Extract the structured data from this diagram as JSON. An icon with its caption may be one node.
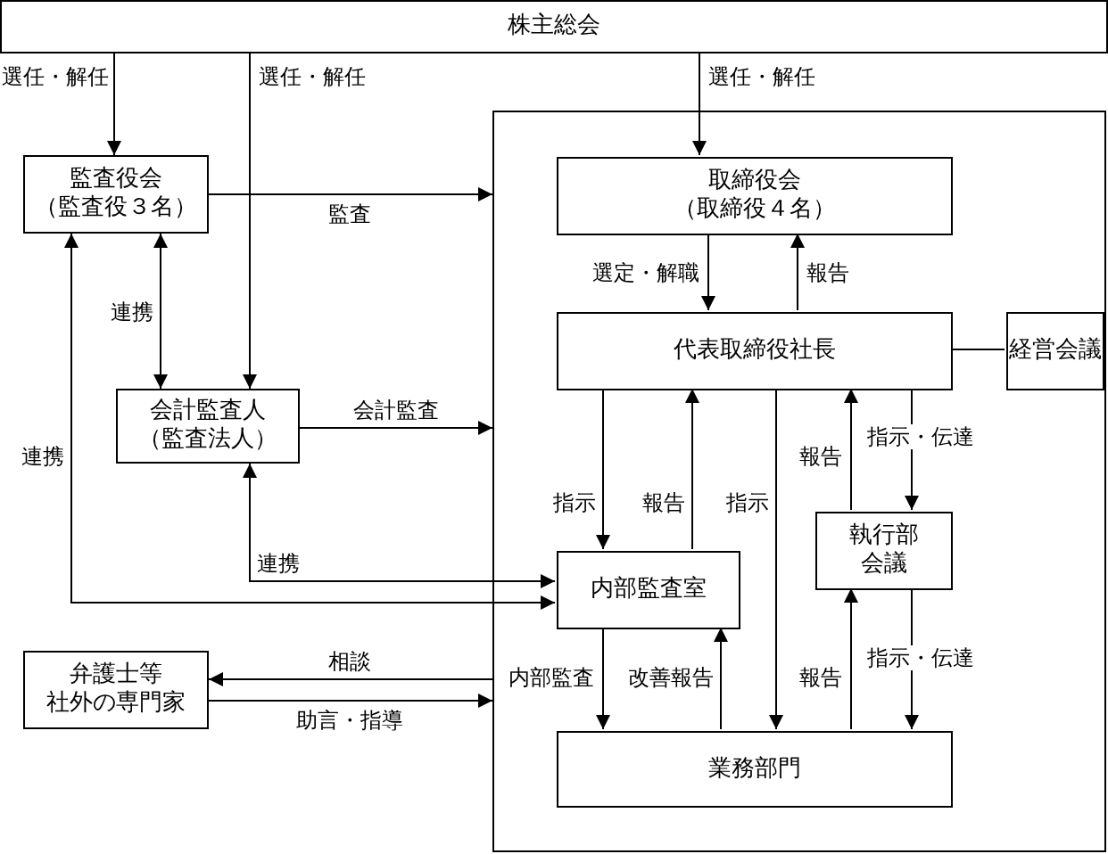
{
  "diagram": {
    "nodes": [
      {
        "text": [
          "株主総会"
        ]
      },
      {
        "text": [],
        "shape": "box"
      },
      {
        "text": [
          "監査役会",
          "（監査役３名）"
        ]
      },
      {
        "text": [
          "取締役会",
          "（取締役４名）"
        ],
        "in": 1
      },
      {
        "text": [
          "代表取締役社長"
        ],
        "in": 1
      },
      {
        "text": [
          "経営会議"
        ],
        "in": 1
      },
      {
        "text": [
          "会計監査人",
          "（監査法人）"
        ]
      },
      {
        "text": [
          "執行部会議"
        ],
        "in": 1
      },
      {
        "text": [
          "内部監査室"
        ],
        "in": 1
      },
      {
        "text": [
          "弁護士等",
          "社外の専門家"
        ]
      },
      {
        "text": [
          "業務部門"
        ],
        "in": 1
      }
    ],
    "edges": [
      {
        "from": 0,
        "to": 2,
        "arrow": "to",
        "label": "選任・解任"
      },
      {
        "from": 0,
        "to": 6,
        "arrow": "to",
        "label": "選任・解任"
      },
      {
        "from": 0,
        "to": 3,
        "arrow": "to",
        "label": "選任・解任"
      },
      {
        "from": 2,
        "to": 1,
        "arrow": "to",
        "label": "監査"
      },
      {
        "from": 2,
        "to": 6,
        "arrow": "both",
        "label": "連携"
      },
      {
        "from": 6,
        "to": 1,
        "arrow": "to",
        "label": "会計監査"
      },
      {
        "from": 3,
        "to": 4,
        "arrow": "to",
        "label": "選定・解職"
      },
      {
        "from": 4,
        "to": 3,
        "arrow": "to",
        "label": "報告"
      },
      {
        "from": 4,
        "to": 8,
        "arrow": "to",
        "label": "指示"
      },
      {
        "from": 8,
        "to": 4,
        "arrow": "to",
        "label": "報告"
      },
      {
        "from": 4,
        "to": 10,
        "arrow": "to",
        "label": "指示"
      },
      {
        "from": 7,
        "to": 4,
        "arrow": "to",
        "label": "報告"
      },
      {
        "from": 4,
        "to": 7,
        "arrow": "to",
        "label": "指示・伝達"
      },
      {
        "from": 6,
        "to": 8,
        "arrow": "both",
        "label": "連携"
      },
      {
        "from": 2,
        "to": 8,
        "arrow": "both",
        "label": "連携"
      },
      {
        "from": 1,
        "to": 9,
        "arrow": "to",
        "label": "相談"
      },
      {
        "from": 9,
        "to": 1,
        "arrow": "to",
        "label": "助言・指導"
      },
      {
        "from": 8,
        "to": 10,
        "arrow": "to",
        "label": "内部監査"
      },
      {
        "from": 10,
        "to": 8,
        "arrow": "to",
        "label": "改善報告"
      },
      {
        "from": 10,
        "to": 7,
        "arrow": "to",
        "label": "報告"
      },
      {
        "from": 7,
        "to": 10,
        "arrow": "to",
        "label": "指示・伝達"
      },
      {
        "from": 4,
        "to": 5,
        "arrow": "none"
      }
    ]
  }
}
